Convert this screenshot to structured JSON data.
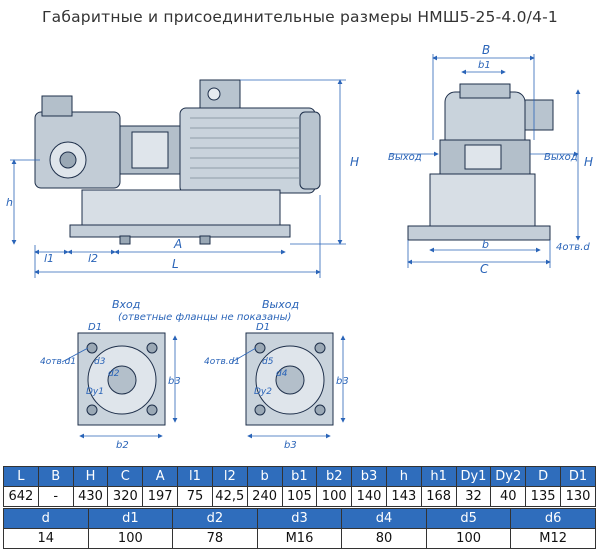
{
  "title": "Габаритные и присоединительные размеры НМШ5-25-4.0/4-1",
  "drawing": {
    "side_view": {
      "dims": [
        "h",
        "l1",
        "l2",
        "A",
        "L",
        "H"
      ]
    },
    "front_view": {
      "dims": [
        "B",
        "b1",
        "b",
        "C",
        "H"
      ],
      "outlet_left": "Выход",
      "outlet_right": "Выход",
      "holes": "4отв.d"
    },
    "flange_views": {
      "inlet_label": "Вход",
      "note": "(ответные фланцы не показаны)",
      "outlet_label": "Выход",
      "holes_left": "4отв.d1",
      "holes_right": "4отв.d1",
      "left_dims": [
        "D1",
        "d3",
        "d2",
        "Dy1",
        "b3",
        "b2"
      ],
      "right_dims": [
        "D1",
        "d5",
        "d4",
        "Dy2",
        "b3",
        "b3"
      ]
    }
  },
  "table1": {
    "headers": [
      "L",
      "B",
      "H",
      "C",
      "A",
      "l1",
      "l2",
      "b",
      "b1",
      "b2",
      "b3",
      "h",
      "h1",
      "Dy1",
      "Dy2",
      "D",
      "D1"
    ],
    "values": [
      "642",
      "-",
      "430",
      "320",
      "197",
      "75",
      "42,5",
      "240",
      "105",
      "100",
      "140",
      "143",
      "168",
      "32",
      "40",
      "135",
      "130"
    ]
  },
  "table2": {
    "headers": [
      "d",
      "d1",
      "d2",
      "d3",
      "d4",
      "d5",
      "d6"
    ],
    "values": [
      "14",
      "100",
      "78",
      "M16",
      "80",
      "100",
      "M12"
    ]
  }
}
